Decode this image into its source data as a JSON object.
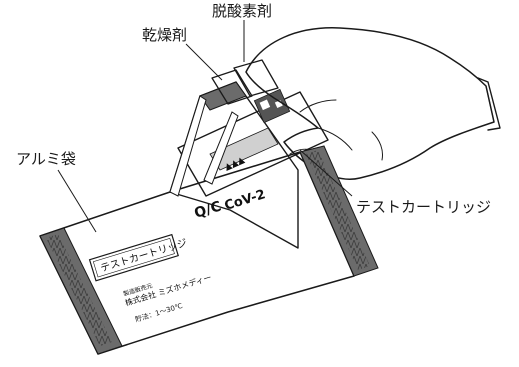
{
  "callouts": {
    "oxygen_absorber": "脱酸素剤",
    "desiccant": "乾燥剤",
    "aluminum_pouch": "アルミ袋",
    "test_cartridge": "テストカートリッジ"
  },
  "pouch": {
    "brand_logo": "Q/C",
    "brand_product": "CoV-2",
    "label_box": "テストカートリッジ",
    "maker_caption": "製造販売元",
    "maker_name": "株式会社 ミズホメディー",
    "storage": "貯法：1～30℃"
  },
  "cartridge_marks": "▲▲▲",
  "colors": {
    "ink": "#1a1a1a",
    "gray_band": "#6b6b6b",
    "light_gray": "#d0d0d0"
  }
}
